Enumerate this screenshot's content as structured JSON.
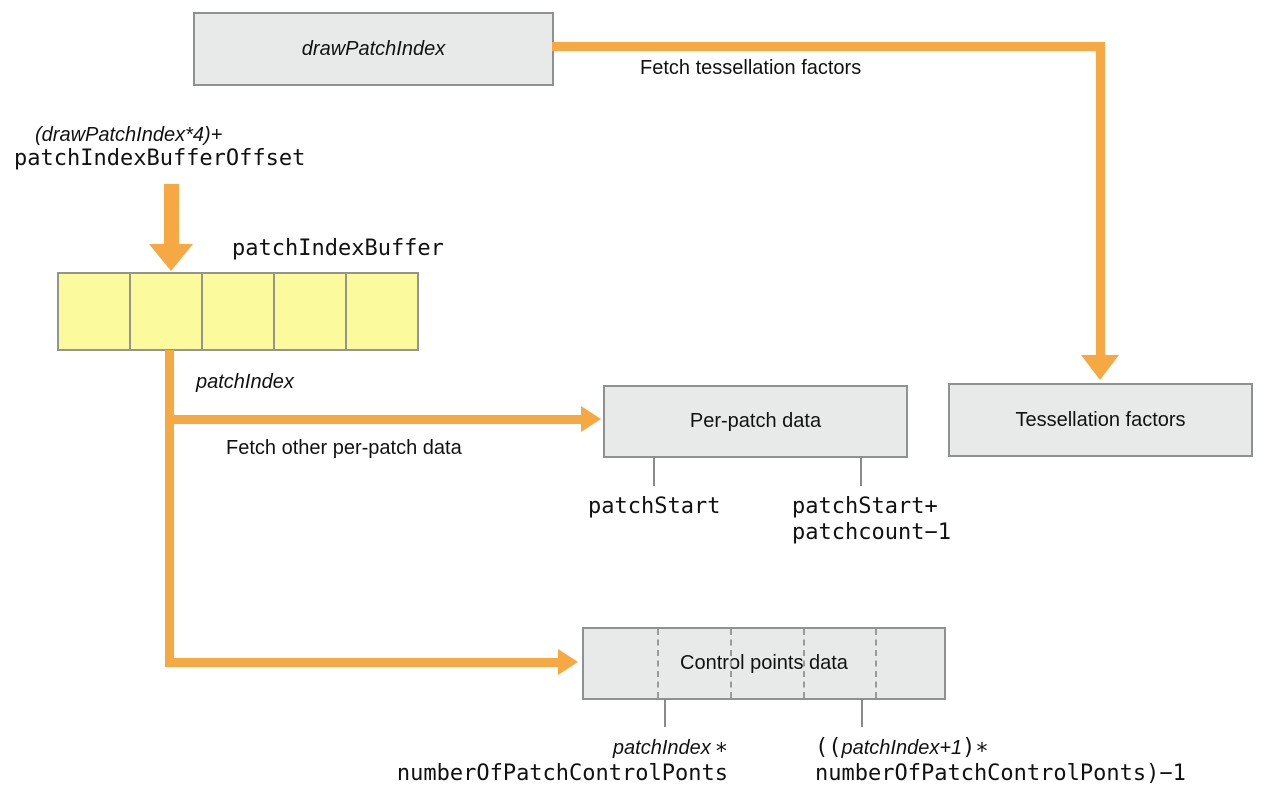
{
  "colors": {
    "arrow_orange": "#F6A843",
    "buffer_yellow": "#FBFB9E",
    "node_fill": "#E8E9E9",
    "node_border": "#8F9191"
  },
  "nodes": {
    "draw_patch_index": {
      "label": "drawPatchIndex"
    },
    "patch_index_buffer": {
      "label": "patchIndexBuffer",
      "cell_count": 5
    },
    "per_patch_data": {
      "label": "Per-patch data"
    },
    "tessellation_factors": {
      "label": "Tessellation factors"
    },
    "control_points_data": {
      "label": "Control points data",
      "cell_count": 5
    }
  },
  "edges": {
    "fetch_tessellation": {
      "label": "Fetch tessellation factors"
    },
    "patch_index": {
      "label": "patchIndex"
    },
    "fetch_per_patch": {
      "label": "Fetch other per-patch data"
    }
  },
  "annotations": {
    "buffer_offset": {
      "line1_italic": "(drawPatchIndex*4)+",
      "line2_mono": "patchIndexBufferOffset"
    },
    "per_patch_start": {
      "mono": "patchStart"
    },
    "per_patch_end": {
      "line1_mono": "patchStart+",
      "line2_mono": "patchcount−1"
    },
    "control_points_start": {
      "line1_italic": "patchIndex",
      "line1_suffix": "∗",
      "line2_mono": "numberOfPatchControlPonts"
    },
    "control_points_end": {
      "line1_prefix": "((",
      "line1_italic": "patchIndex+1",
      "line1_suffix": ")∗",
      "line2_mono": "numberOfPatchControlPonts)−1"
    }
  }
}
